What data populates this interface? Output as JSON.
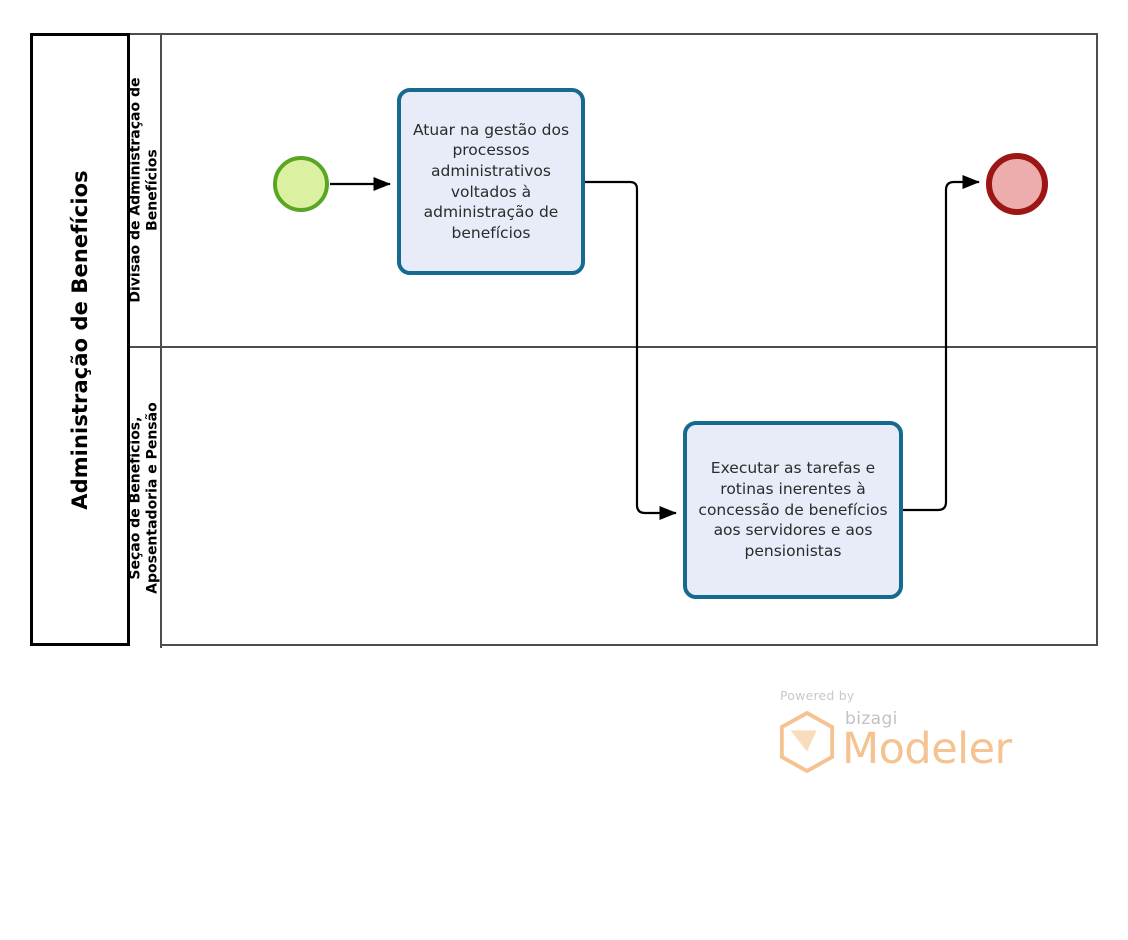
{
  "pool": {
    "title": "Administração de Benefícios",
    "lanes": [
      {
        "id": "lane-divisao",
        "label_line1": "Divisão de Administração de",
        "label_line2": "Benefícios"
      },
      {
        "id": "lane-secao",
        "label_line1": "Seção de Benefícios,",
        "label_line2": "Aposentadoria e Pensão"
      }
    ]
  },
  "events": {
    "start": {
      "name": "start-event",
      "fill": "#dcf0a1",
      "stroke": "#5ba524"
    },
    "end": {
      "name": "end-event",
      "fill": "#eeadad",
      "stroke": "#9c1616"
    }
  },
  "tasks": [
    {
      "id": "task-atuar-gestao",
      "text": "Atuar na gestão dos processos administrativos voltados à administração de benefícios",
      "fill": "#e8ecf9",
      "stroke": "#16698f"
    },
    {
      "id": "task-executar-tarefas",
      "text": "Executar as tarefas e rotinas inerentes à concessão de benefícios aos servidores e aos pensionistas",
      "fill": "#e8ecf9",
      "stroke": "#16698f"
    }
  ],
  "flows": [
    {
      "id": "flow-start-to-task1",
      "from": "start-event",
      "to": "task-atuar-gestao"
    },
    {
      "id": "flow-task1-to-task2",
      "from": "task-atuar-gestao",
      "to": "task-executar-tarefas"
    },
    {
      "id": "flow-task2-to-end",
      "from": "task-executar-tarefas",
      "to": "end-event"
    }
  ],
  "watermark": {
    "powered_by": "Powered by",
    "brand": "bizagi",
    "product": "Modeler",
    "brand_color": "#f5c392"
  }
}
